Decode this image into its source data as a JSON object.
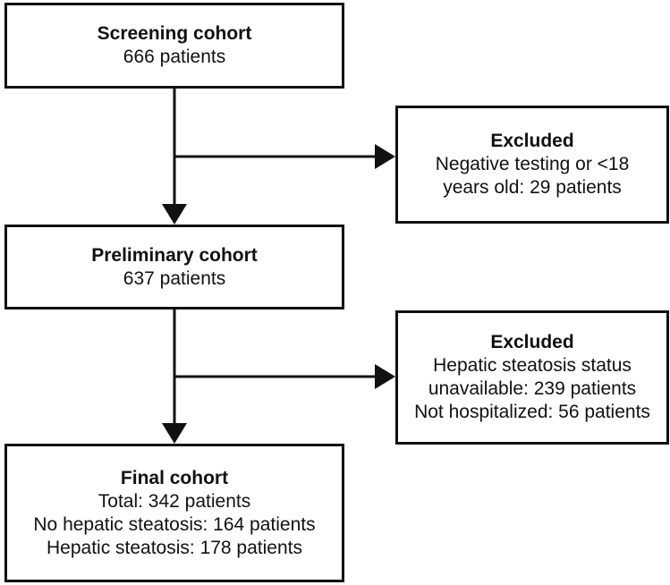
{
  "screening": {
    "title": "Screening cohort",
    "lines": [
      "666 patients"
    ]
  },
  "excluded_1": {
    "title": "Excluded",
    "lines": [
      "Negative testing or <18",
      "years old: 29 patients"
    ]
  },
  "preliminary": {
    "title": "Preliminary cohort",
    "lines": [
      "637 patients"
    ]
  },
  "excluded_2": {
    "title": "Excluded",
    "lines": [
      "Hepatic steatosis status",
      "unavailable: 239 patients",
      "Not hospitalized: 56 patients"
    ]
  },
  "final": {
    "title": "Final cohort",
    "lines": [
      "Total: 342 patients",
      "No hepatic steatosis: 164 patients",
      "Hepatic steatosis: 178 patients"
    ]
  }
}
